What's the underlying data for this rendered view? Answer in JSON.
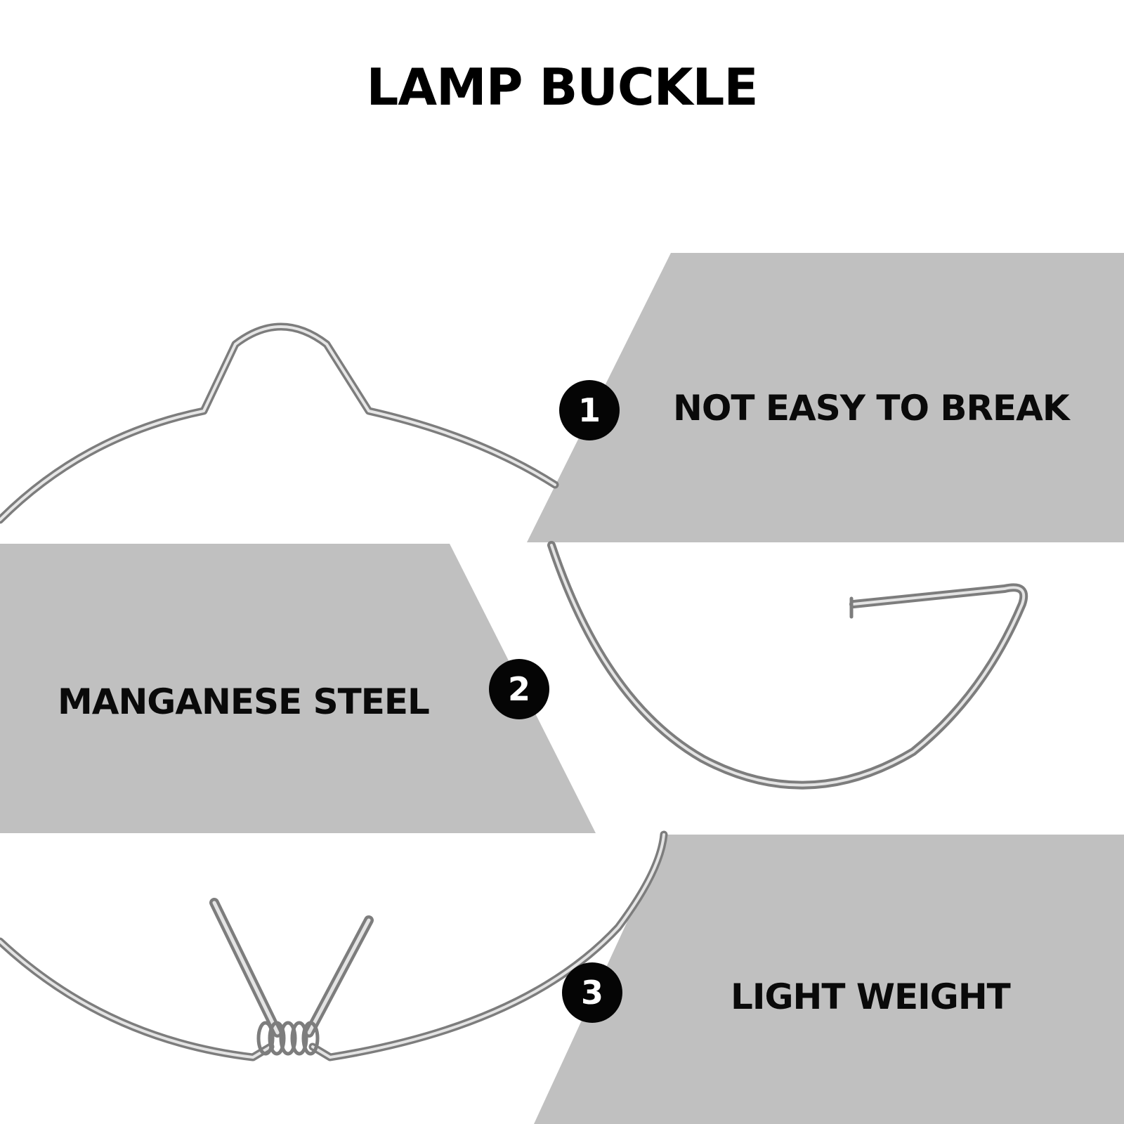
{
  "title": "LAMP BUCKLE",
  "colors": {
    "background": "#ffffff",
    "panel": "#c0c0c0",
    "badge": "#050505",
    "badge_text": "#ffffff",
    "text": "#0a0a0a",
    "wire": "#9a9a9a"
  },
  "features": [
    {
      "number": "1",
      "label": "NOT EASY TO BREAK"
    },
    {
      "number": "2",
      "label": "MANGANESE STEEL"
    },
    {
      "number": "3",
      "label": "LIGHT WEIGHT"
    }
  ]
}
